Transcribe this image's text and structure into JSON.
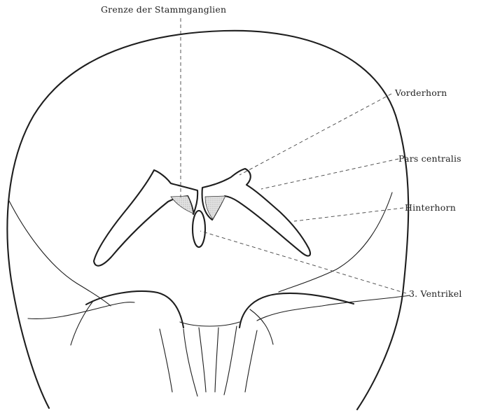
{
  "labels": {
    "stammganglien": "Grenze der Stammganglien",
    "vorderhorn": "Vorderhorn",
    "pars_centralis": "Pars centralis",
    "hinterhorn": "Hinterhorn",
    "ventrikel3": "3. Ventrikel"
  },
  "colors": {
    "ink": "#1e1e1e",
    "shading": "#bdbdbd"
  }
}
